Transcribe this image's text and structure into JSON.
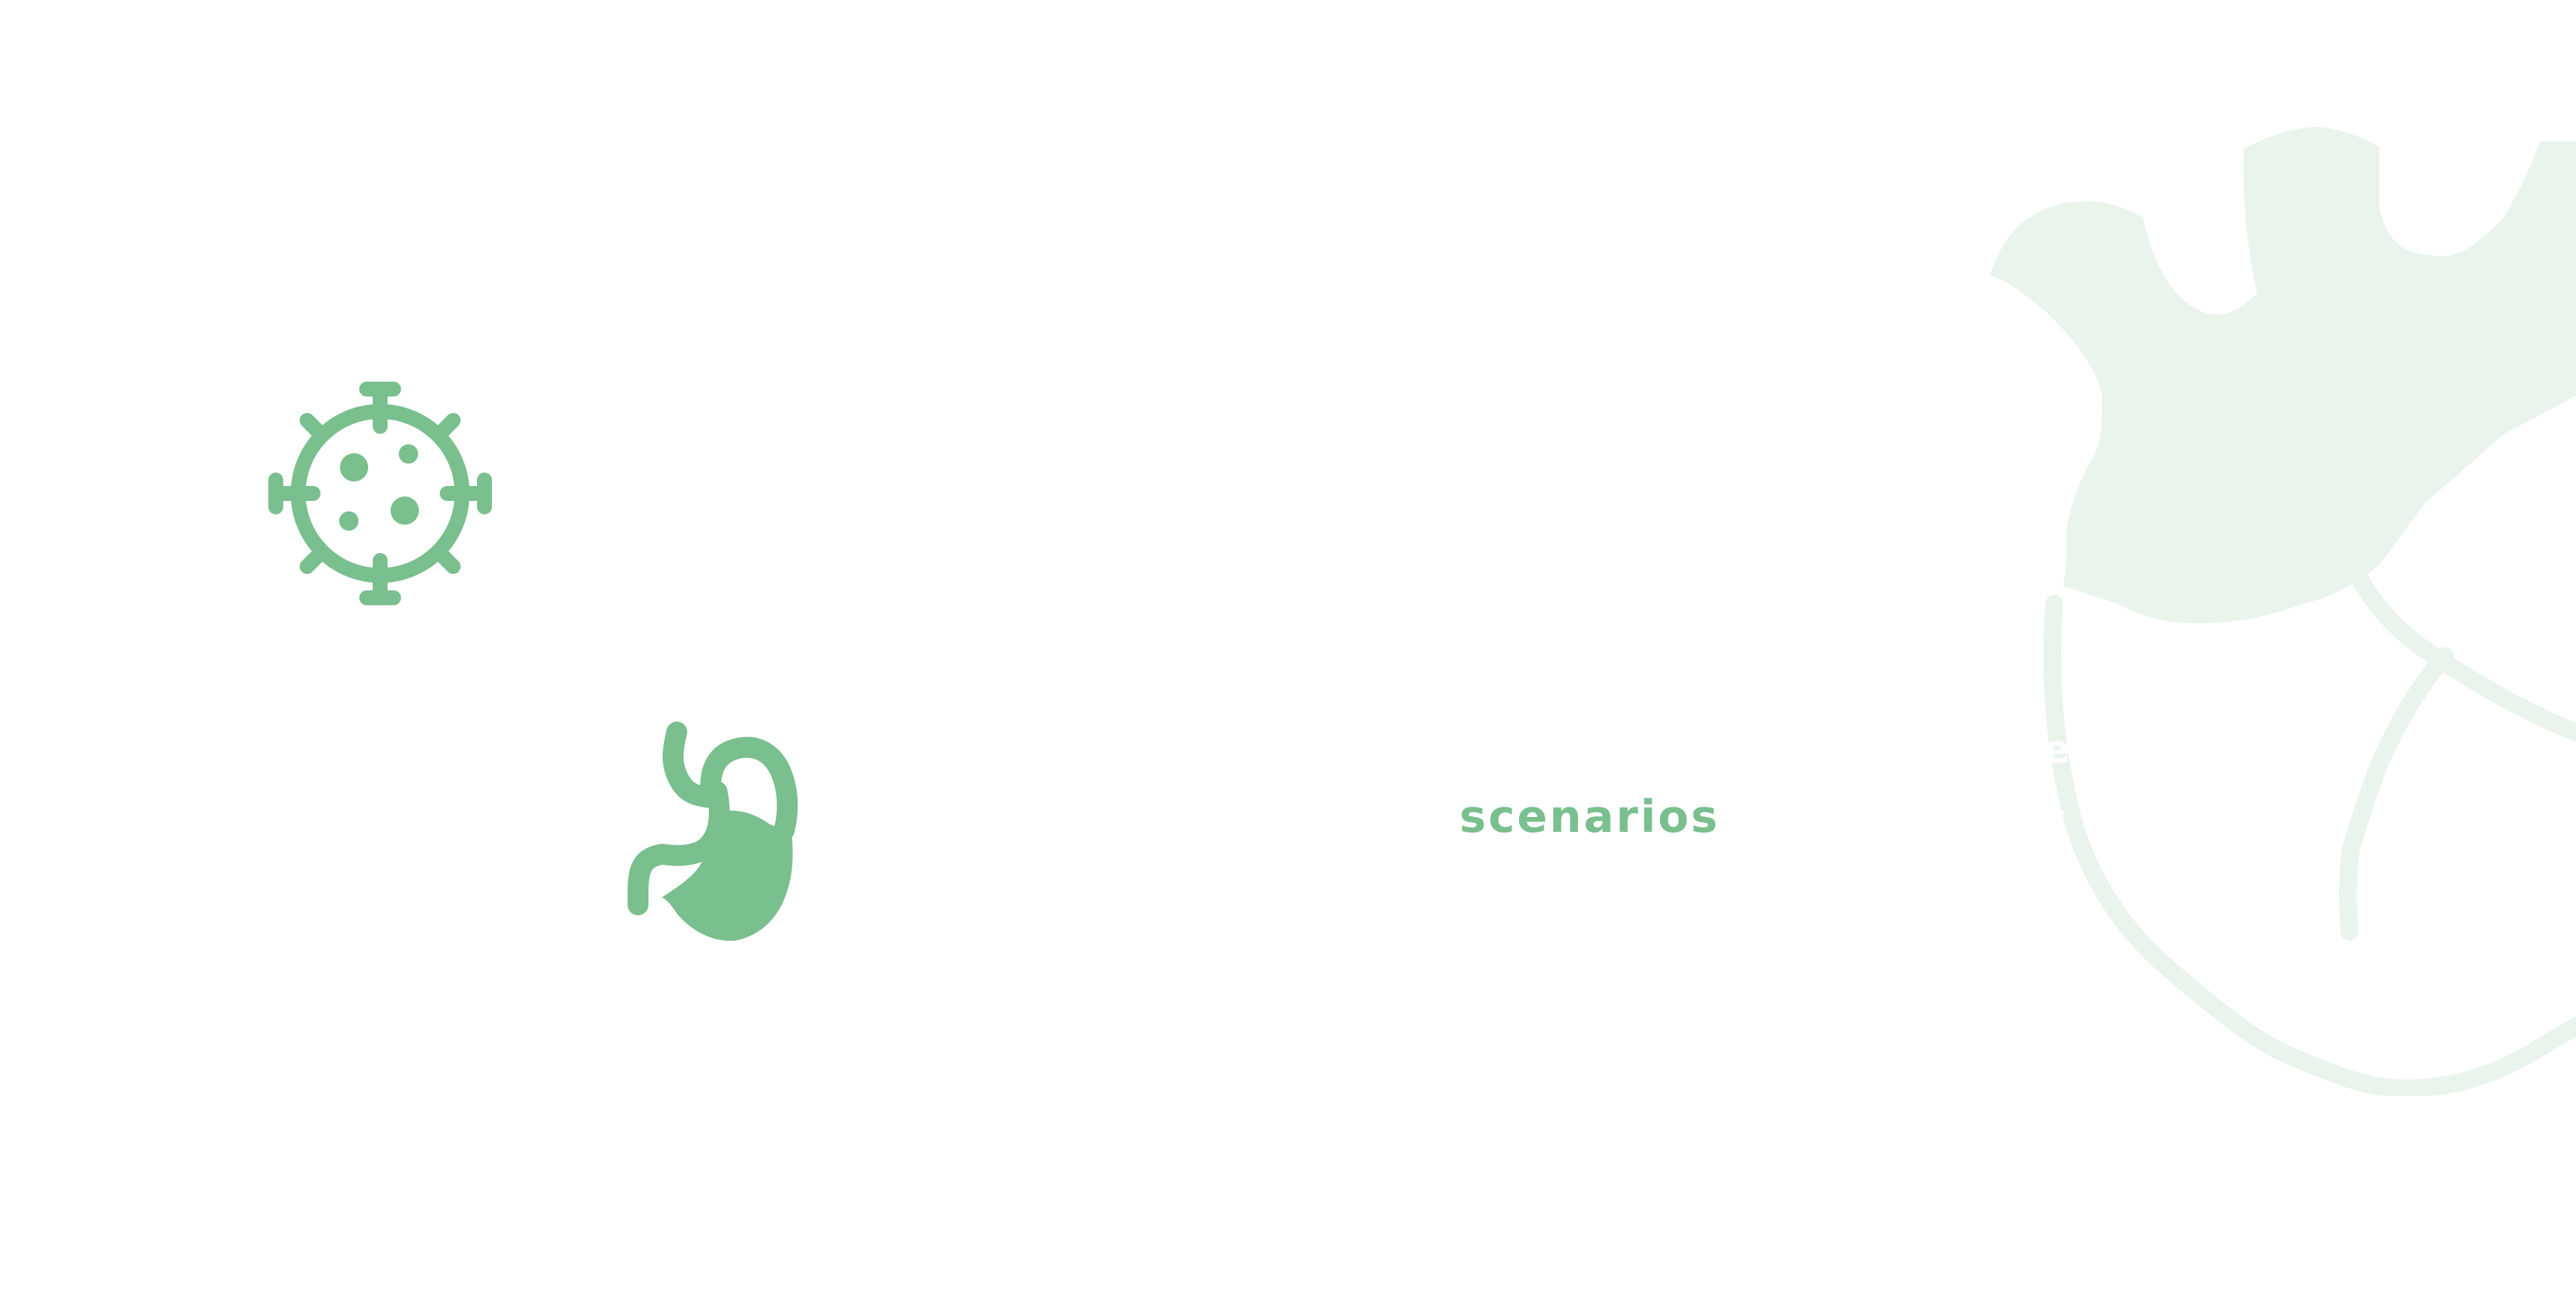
{
  "colors": {
    "background": "#ffffff",
    "accent_green": "#7abf8e",
    "pale_green": "#eaf4ec",
    "white_text": "#ffffff"
  },
  "icons": {
    "virus": "virus-icon",
    "stomach": "stomach-icon",
    "heart": "heart-icon"
  },
  "labels": {
    "scenarios": "scenarios",
    "heart_fragment_1": "s",
    "heart_fragment_2": "e",
    "heart_fragment_3": "s"
  }
}
